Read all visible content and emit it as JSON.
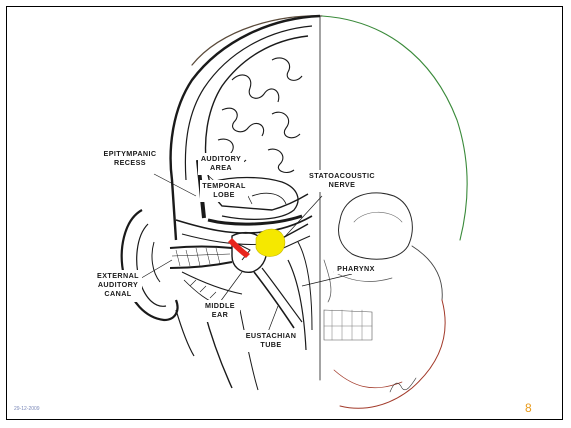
{
  "slide": {
    "footer_date": "29-12-2009",
    "page_number": "8"
  },
  "figure": {
    "labels": {
      "epitympanic_1": "EPITYMPANIC",
      "epitympanic_2": "RECESS",
      "auditory_area_1": "AUDITORY",
      "auditory_area_2": "AREA",
      "temporal_lobe_1": "TEMPORAL",
      "temporal_lobe_2": "LOBE",
      "statoacoustic_1": "STATOACOUSTIC",
      "statoacoustic_2": "NERVE",
      "external_1": "EXTERNAL",
      "external_2": "AUDITORY",
      "external_3": "CANAL",
      "pharynx": "PHARYNX",
      "middle_ear_1": "MIDDLE",
      "middle_ear_2": "EAR",
      "eustachian_1": "EUSTACHIAN",
      "eustachian_2": "TUBE"
    },
    "colors": {
      "stapes_highlight": "#e8251c",
      "cochlea_highlight": "#f5e800",
      "skull_outline": "#5a4a3a",
      "skull_right_accent": "#3a8a3a",
      "jaw_outline": "#a23a2a",
      "ink": "#1a1a1a"
    }
  }
}
